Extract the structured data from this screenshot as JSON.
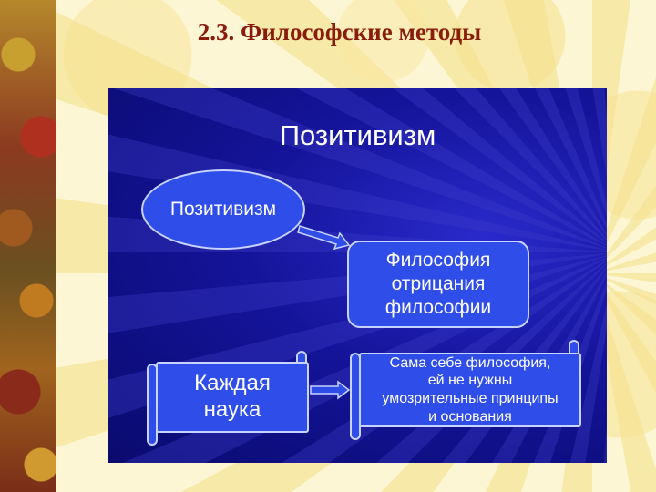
{
  "slide": {
    "title": "2.3. Философские методы"
  },
  "diagram": {
    "heading": "Позитивизм",
    "oval_label": "Позитивизм",
    "box_label": "Философия\nотрицания\nфилософии",
    "scroll_left_label": "Каждая\nнаука",
    "scroll_right_label": "Сама себе философия,\nей не нужны\nумозрительные принципы\nи основания"
  },
  "colors": {
    "title": "#8a1c0c",
    "panel_background": "#14149a",
    "shape_fill": "#2f4de8",
    "shape_border": "#c8d4ff"
  }
}
